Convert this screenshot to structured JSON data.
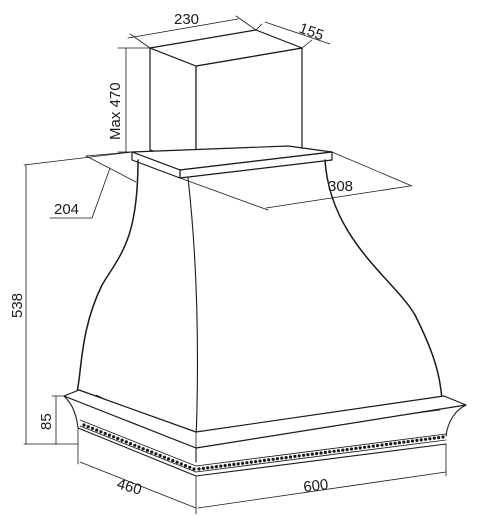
{
  "diagram": {
    "labels": {
      "chimney_width": "230",
      "chimney_depth": "155",
      "chimney_height": "Max 470",
      "total_height": "538",
      "hood_depth_top": "204",
      "hood_width_top": "308",
      "base_height": "85",
      "base_depth": "460",
      "base_width": "600"
    }
  }
}
